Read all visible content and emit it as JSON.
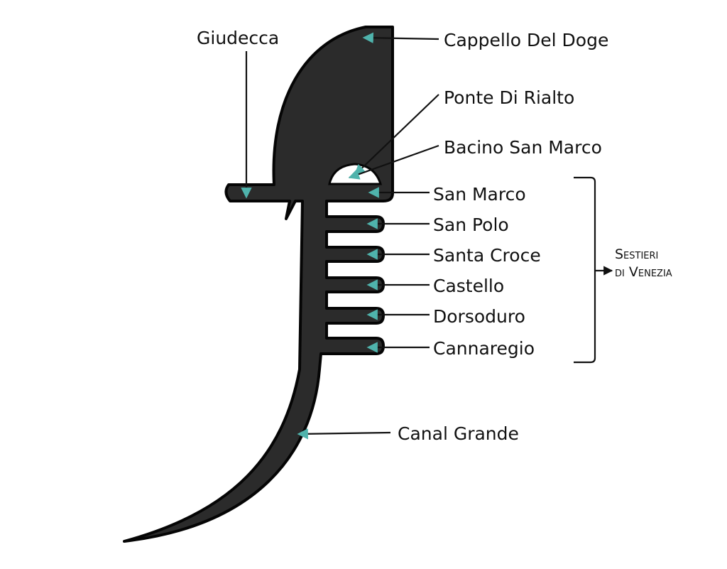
{
  "colors": {
    "body": "#2b2b2b",
    "outline": "#050505",
    "arrow": "#4fb3ac",
    "background": "#ffffff"
  },
  "labels": {
    "giudecca": "Giudecca",
    "cappello": "Cappello Del Doge",
    "ponte": "Ponte Di Rialto",
    "bacino": "Bacino San Marco",
    "san_marco": "San Marco",
    "san_polo": "San Polo",
    "santa_croce": "Santa Croce",
    "castello": "Castello",
    "dorsoduro": "Dorsoduro",
    "cannaregio": "Cannaregio",
    "canal_grande": "Canal Grande"
  },
  "group": {
    "line1": "Sestieri",
    "line2": "di Venezia"
  }
}
